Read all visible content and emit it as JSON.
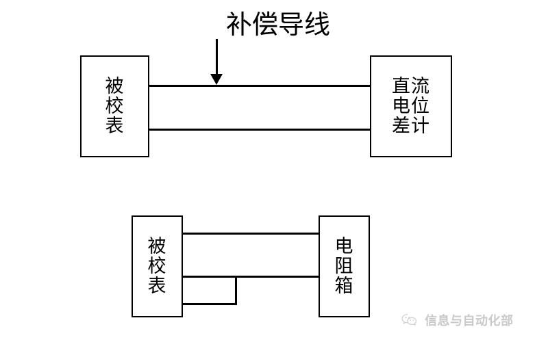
{
  "diagram": {
    "title": "",
    "background_color": "#ffffff",
    "line_color": "#000000",
    "figures": [
      {
        "id": "figure-top",
        "annotation": {
          "label": "补偿导线",
          "arrow": "down-arrow-icon"
        },
        "blocks": [
          {
            "id": "block-device-under-test-top",
            "lines": [
              "被",
              "校",
              "表"
            ],
            "text": "被校表"
          },
          {
            "id": "block-dc-potentiometer",
            "lines": [
              "直流",
              "电位",
              "差计"
            ],
            "text": "直流电位差计"
          }
        ],
        "wire_count": 2
      },
      {
        "id": "figure-bottom",
        "blocks": [
          {
            "id": "block-device-under-test-bottom",
            "lines": [
              "被",
              "校",
              "表"
            ],
            "text": "被校表"
          },
          {
            "id": "block-resistance-box",
            "lines": [
              "电",
              "阻",
              "箱"
            ],
            "text": "电阻箱"
          }
        ],
        "wire_count": 3,
        "has_jumper": true
      }
    ]
  },
  "watermark": {
    "logo": "wechat-logo-icon",
    "text": "信息与自动化部",
    "color": "#8a8a8a"
  }
}
